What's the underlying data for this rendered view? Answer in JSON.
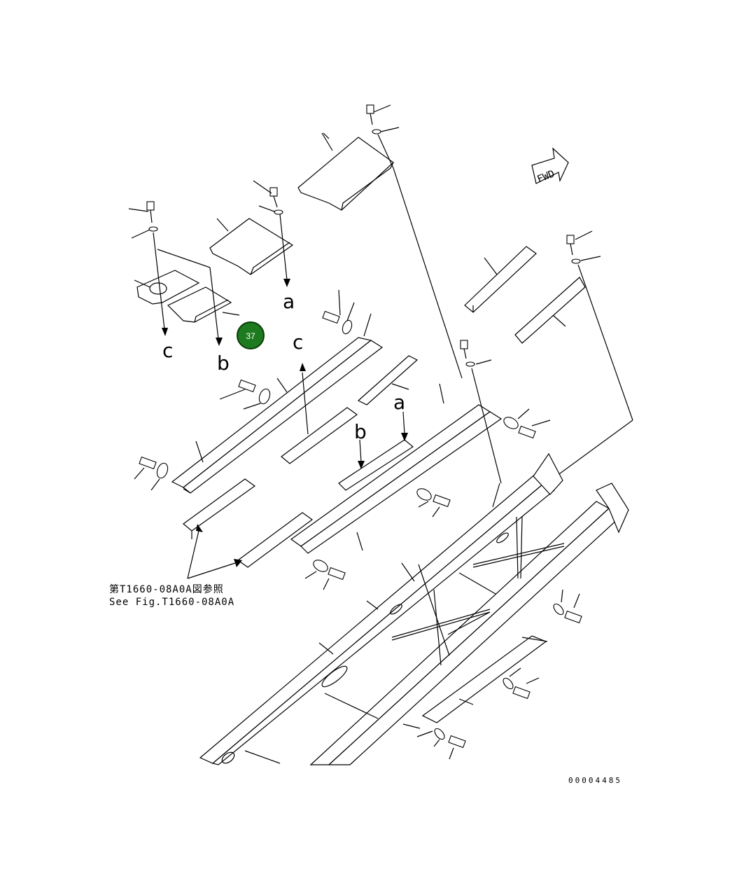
{
  "callout": {
    "number": "37",
    "color": "#1e7a1e"
  },
  "fwd_label": "FWD",
  "letters": {
    "a": "a",
    "b": "b",
    "c": "c"
  },
  "note": {
    "jp": "第T1660-08A0A図参照",
    "en": "See Fig.T1660-08A0A"
  },
  "doc_number": "00004485"
}
